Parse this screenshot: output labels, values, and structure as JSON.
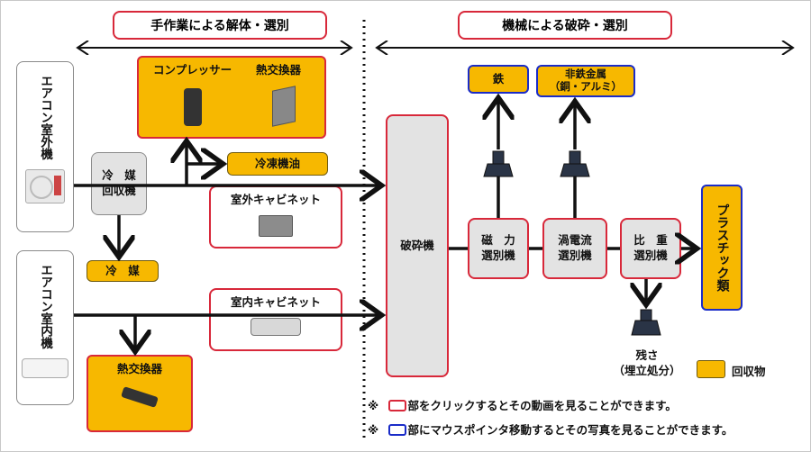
{
  "headers": {
    "manual": "手作業による解体・選別",
    "machine": "機械による破砕・選別"
  },
  "inputs": {
    "outdoor_unit": "エアコン室外機",
    "indoor_unit": "エアコン室内機"
  },
  "manual_steps": {
    "refrigerant_recovery": [
      "冷　媒",
      "回収機"
    ],
    "compressor_label": "コンプレッサー",
    "heat_exchanger_label": "熱交換器",
    "refrigerator_oil": "冷凍機油",
    "outdoor_cabinet": "室外キャビネット",
    "refrigerant": "冷　媒",
    "indoor_cabinet": "室内キャビネット",
    "indoor_heat_exchanger": "熱交換器"
  },
  "machine_steps": {
    "crusher": "破砕機",
    "magnetic": [
      "磁　力",
      "選別機"
    ],
    "eddy": [
      "渦電流",
      "選別機"
    ],
    "gravity": [
      "比　重",
      "選別機"
    ],
    "iron": "鉄",
    "nonferrous": [
      "非鉄金属",
      "（銅・アルミ）"
    ],
    "plastic": "プラスチック類",
    "residue": [
      "残さ",
      "（埋立処分）"
    ]
  },
  "legend": {
    "recovered": "回収物",
    "recovered_color": "#f7b800"
  },
  "notes": {
    "mark": "※",
    "red_note": "部をクリックするとその動画を見ることができます。",
    "blue_note": "部にマウスポインタ移動するとその写真を見ることができます。",
    "red_color": "#d8283a",
    "blue_color": "#1a2cc8"
  }
}
